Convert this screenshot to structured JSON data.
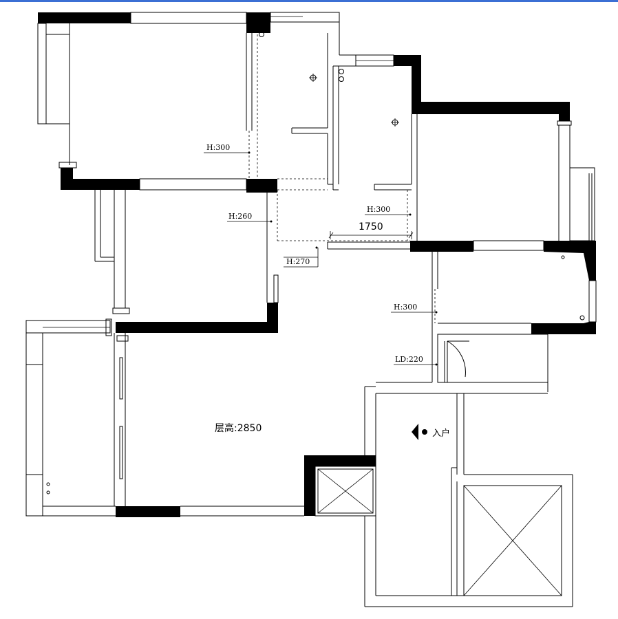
{
  "colors": {
    "accent_bar": "#3b6fd4",
    "wall": "#000000",
    "line": "#000000"
  },
  "labels": {
    "h_bedroom1": "H:300",
    "h_room2": "H:260",
    "h_corridor": "H:300",
    "h_passage": "H:270",
    "dim_width": "1750",
    "h_bedroom3": "H:300",
    "ld_door": "LD:220",
    "floor_height": "层高:2850",
    "entrance": "入户"
  },
  "icons": [
    "entrance-arrow-icon",
    "ceiling-light-icon",
    "elevator-shaft-icon",
    "stair-shaft-icon"
  ]
}
